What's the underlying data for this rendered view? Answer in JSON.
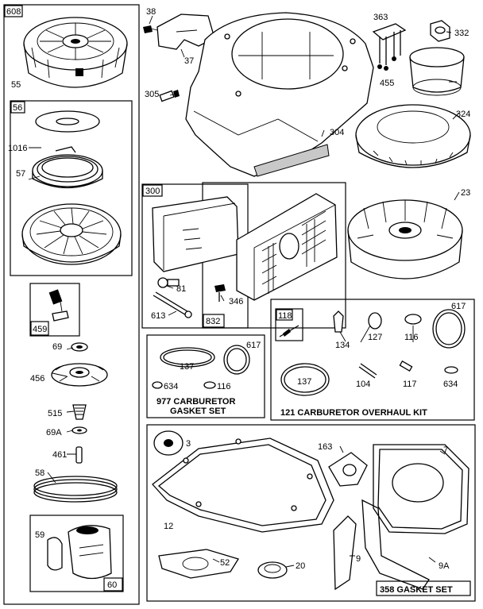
{
  "parts": {
    "p608": "608",
    "p55": "55",
    "p56": "56",
    "p1016": "1016",
    "p57": "57",
    "p459": "459",
    "p69": "69",
    "p456": "456",
    "p515": "515",
    "p69a": "69A",
    "p461": "461",
    "p58": "58",
    "p59": "59",
    "p60": "60",
    "p38": "38",
    "p37": "37",
    "p305": "305",
    "p304": "304",
    "p363": "363",
    "p332": "332",
    "p455": "455",
    "p324": "324",
    "p23": "23",
    "p300": "300",
    "p81": "81",
    "p613": "613",
    "p346": "346",
    "p832": "832",
    "p118": "118",
    "p134": "134",
    "p127": "127",
    "p116a": "116",
    "p617a": "617",
    "p137a": "137",
    "p104": "104",
    "p117": "117",
    "p634a": "634",
    "p137b": "137",
    "p617b": "617",
    "p634b": "634",
    "p116b": "116",
    "p3": "3",
    "p163": "163",
    "p7": "7",
    "p12": "12",
    "p52": "52",
    "p20": "20",
    "p9": "9",
    "p9a": "9A"
  },
  "kits": {
    "carb_gasket_line1": "977 CARBURETOR",
    "carb_gasket_line2": "GASKET SET",
    "carb_overhaul": "121 CARBURETOR OVERHAUL KIT",
    "gasket_set": "358 GASKET SET"
  }
}
